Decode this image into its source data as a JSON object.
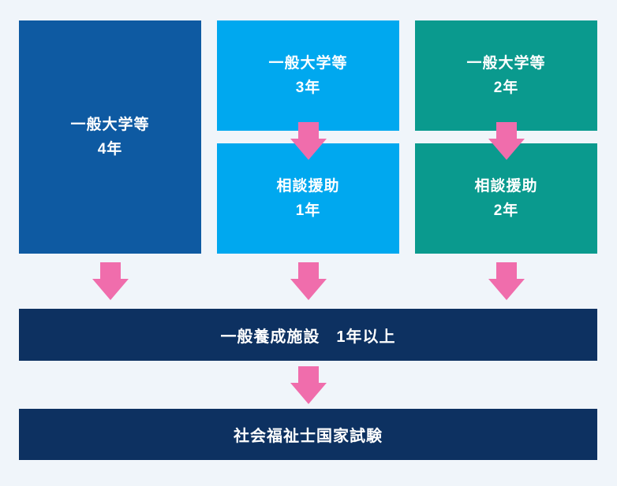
{
  "colors": {
    "background": "#f0f5fa",
    "dark_blue": "#0e5aa2",
    "cyan": "#00a8ef",
    "teal": "#0a9a8e",
    "navy": "#0d3161",
    "pink": "#f06dac",
    "text": "#ffffff"
  },
  "diagram": {
    "columns": [
      {
        "route": "university-4-years",
        "top": {
          "line1": "一般大学等",
          "line2": "4年"
        }
      },
      {
        "route": "university-3-years-plus-consultation",
        "top": {
          "line1": "一般大学等",
          "line2": "3年"
        },
        "bottom": {
          "line1": "相談援助",
          "line2": "1年"
        }
      },
      {
        "route": "university-2-years-plus-consultation",
        "top": {
          "line1": "一般大学等",
          "line2": "2年"
        },
        "bottom": {
          "line1": "相談援助",
          "line2": "2年"
        }
      }
    ],
    "training_bar": {
      "label": "一般養成施設　1年以上"
    },
    "exam_bar": {
      "label": "社会福祉士国家試験"
    }
  }
}
